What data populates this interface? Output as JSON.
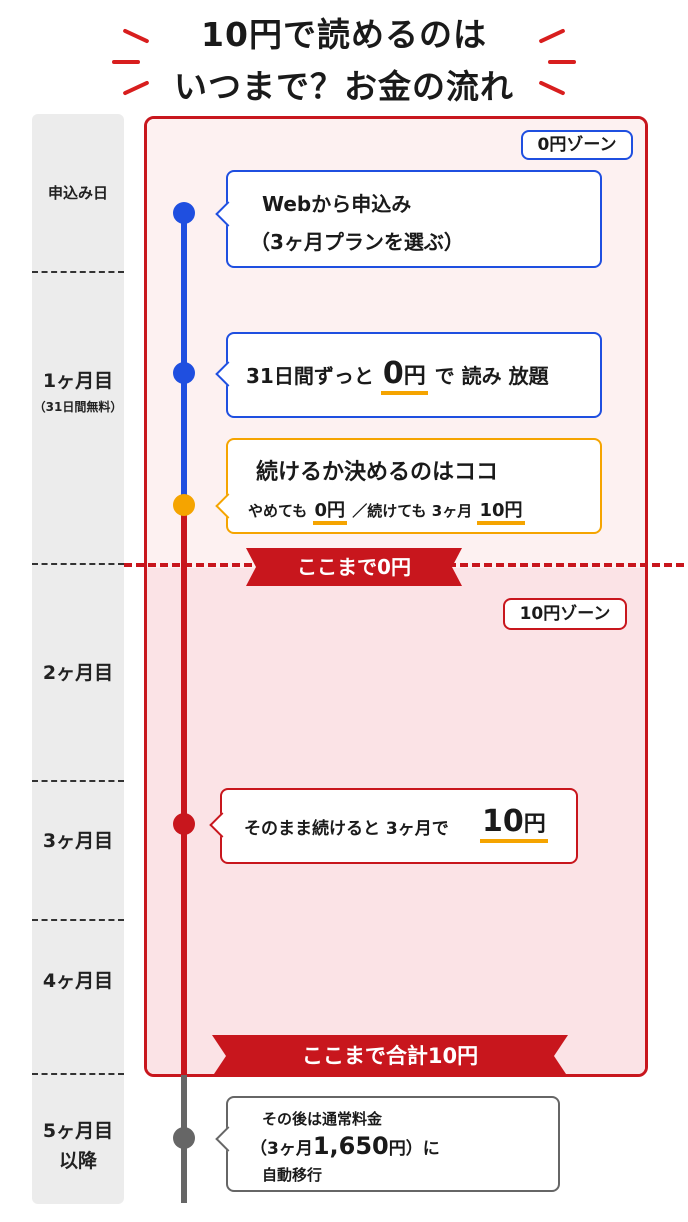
{
  "title": {
    "line1": "10円で読めるのは",
    "line2": "いつまで？お金の流れ"
  },
  "sidebar": {
    "signup": "申込み日",
    "month1": "1ヶ月目",
    "month1_note": "（31日間無料）",
    "month2": "2ヶ月目",
    "month3": "3ヶ月目",
    "month4": "4ヶ月目",
    "month5_line1": "5ヶ月目",
    "month5_line2": "以降"
  },
  "zones": {
    "zone0_label": "0円ゾーン",
    "zone10_label": "10円ゾーン",
    "banner_0": "ここまで0円",
    "banner_10": "ここまで合計10円"
  },
  "cards": {
    "signup_line1": "Webから申込み",
    "signup_line2": "（3ヶ月プランを選ぶ）",
    "free_pre": "31日間ずっと",
    "free_num": "0",
    "free_yen": "円",
    "free_post": "で 読み 放題",
    "decide_line1": "続けるか決めるのはココ",
    "decide_a": "やめても",
    "decide_a_num": "0円",
    "decide_sep": "／続けても",
    "decide_b": "3ヶ月",
    "decide_b_num": "10円",
    "continue_text": "そのまま続けると 3ヶ月で",
    "continue_num": "10",
    "continue_yen": "円",
    "after_line1": "その後は通常料金",
    "after_open": "（3ヶ月",
    "after_num": "1,650",
    "after_yen": "円",
    "after_close": "）に",
    "after_line3": "自動移行"
  },
  "colors": {
    "red": "#c8161d",
    "blue": "#1f4fe0",
    "orange": "#f5a400",
    "gray": "#666666",
    "zone0_bg": "#fdf1f1",
    "zone10_bg": "#fbe3e6"
  }
}
